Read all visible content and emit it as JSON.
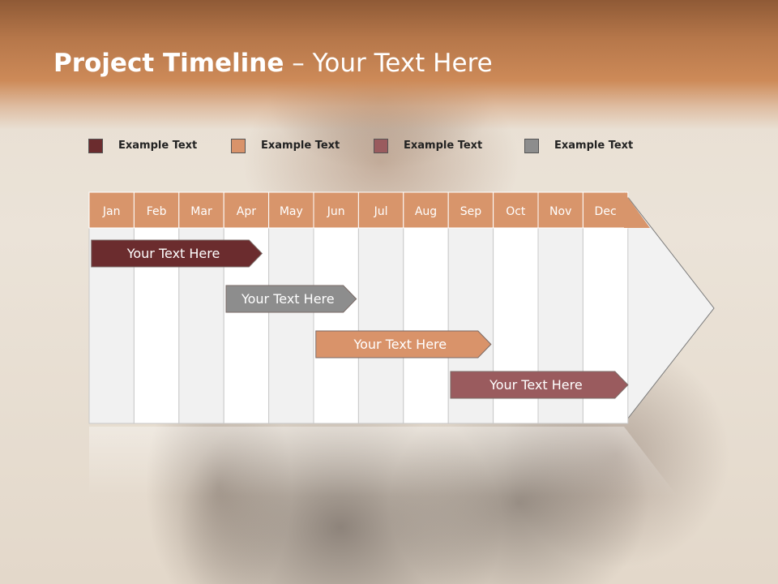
{
  "slide": {
    "title_bold": "Project Timeline",
    "title_rest": " – Your Text Here"
  },
  "legend": [
    {
      "label": "Example Text",
      "color": "#6b2c2e"
    },
    {
      "label": "Example Text",
      "color": "#d9936a"
    },
    {
      "label": "Example Text",
      "color": "#9a5b5e"
    },
    {
      "label": "Example Text",
      "color": "#8d8d8d"
    }
  ],
  "timeline": {
    "months": [
      "Jan",
      "Feb",
      "Mar",
      "Apr",
      "May",
      "Jun",
      "Jul",
      "Aug",
      "Sep",
      "Oct",
      "Nov",
      "Dec"
    ],
    "header_color": "#d8956b",
    "bars": [
      {
        "label": "Your  Text Here",
        "start_month": 0.05,
        "end_month": 3.85,
        "color": "#6b2c2e"
      },
      {
        "label": "Your  Text Here",
        "start_month": 3.05,
        "end_month": 5.95,
        "color": "#8d8d8d"
      },
      {
        "label": "Your  Text Here",
        "start_month": 5.05,
        "end_month": 8.95,
        "color": "#d9936a"
      },
      {
        "label": "Your  Text Here",
        "start_month": 8.05,
        "end_month": 12.0,
        "color": "#9a5b5e"
      }
    ]
  }
}
